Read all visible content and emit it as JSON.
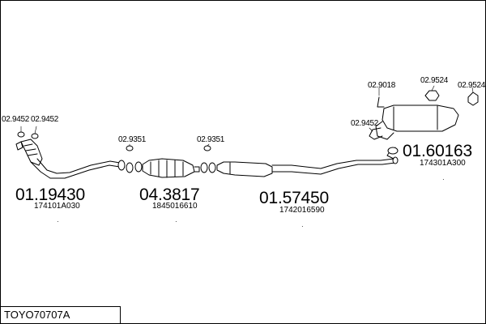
{
  "diagram": {
    "drawing_code": "TOYO70707A",
    "parts": [
      {
        "id": "front-pipe",
        "number": "01.19430",
        "oem": "174101A030"
      },
      {
        "id": "catalytic-converter",
        "number": "04.3817",
        "oem": "1845016610"
      },
      {
        "id": "middle-pipe",
        "number": "01.57450",
        "oem": "1742016590"
      },
      {
        "id": "rear-silencer",
        "number": "01.60163",
        "oem": "174301A300"
      }
    ],
    "fittings": {
      "gasket_a": "02.9452",
      "gasket_b": "02.9452",
      "gasket_c": "02.9351",
      "gasket_d": "02.9351",
      "gasket_e": "02.9452",
      "bracket": "02.9018",
      "hanger_a": "02.9524",
      "hanger_b": "02.9524"
    },
    "marks": [
      "·",
      "·",
      "·",
      "·"
    ]
  },
  "colors": {
    "line": "#000000",
    "background": "#ffffff"
  }
}
